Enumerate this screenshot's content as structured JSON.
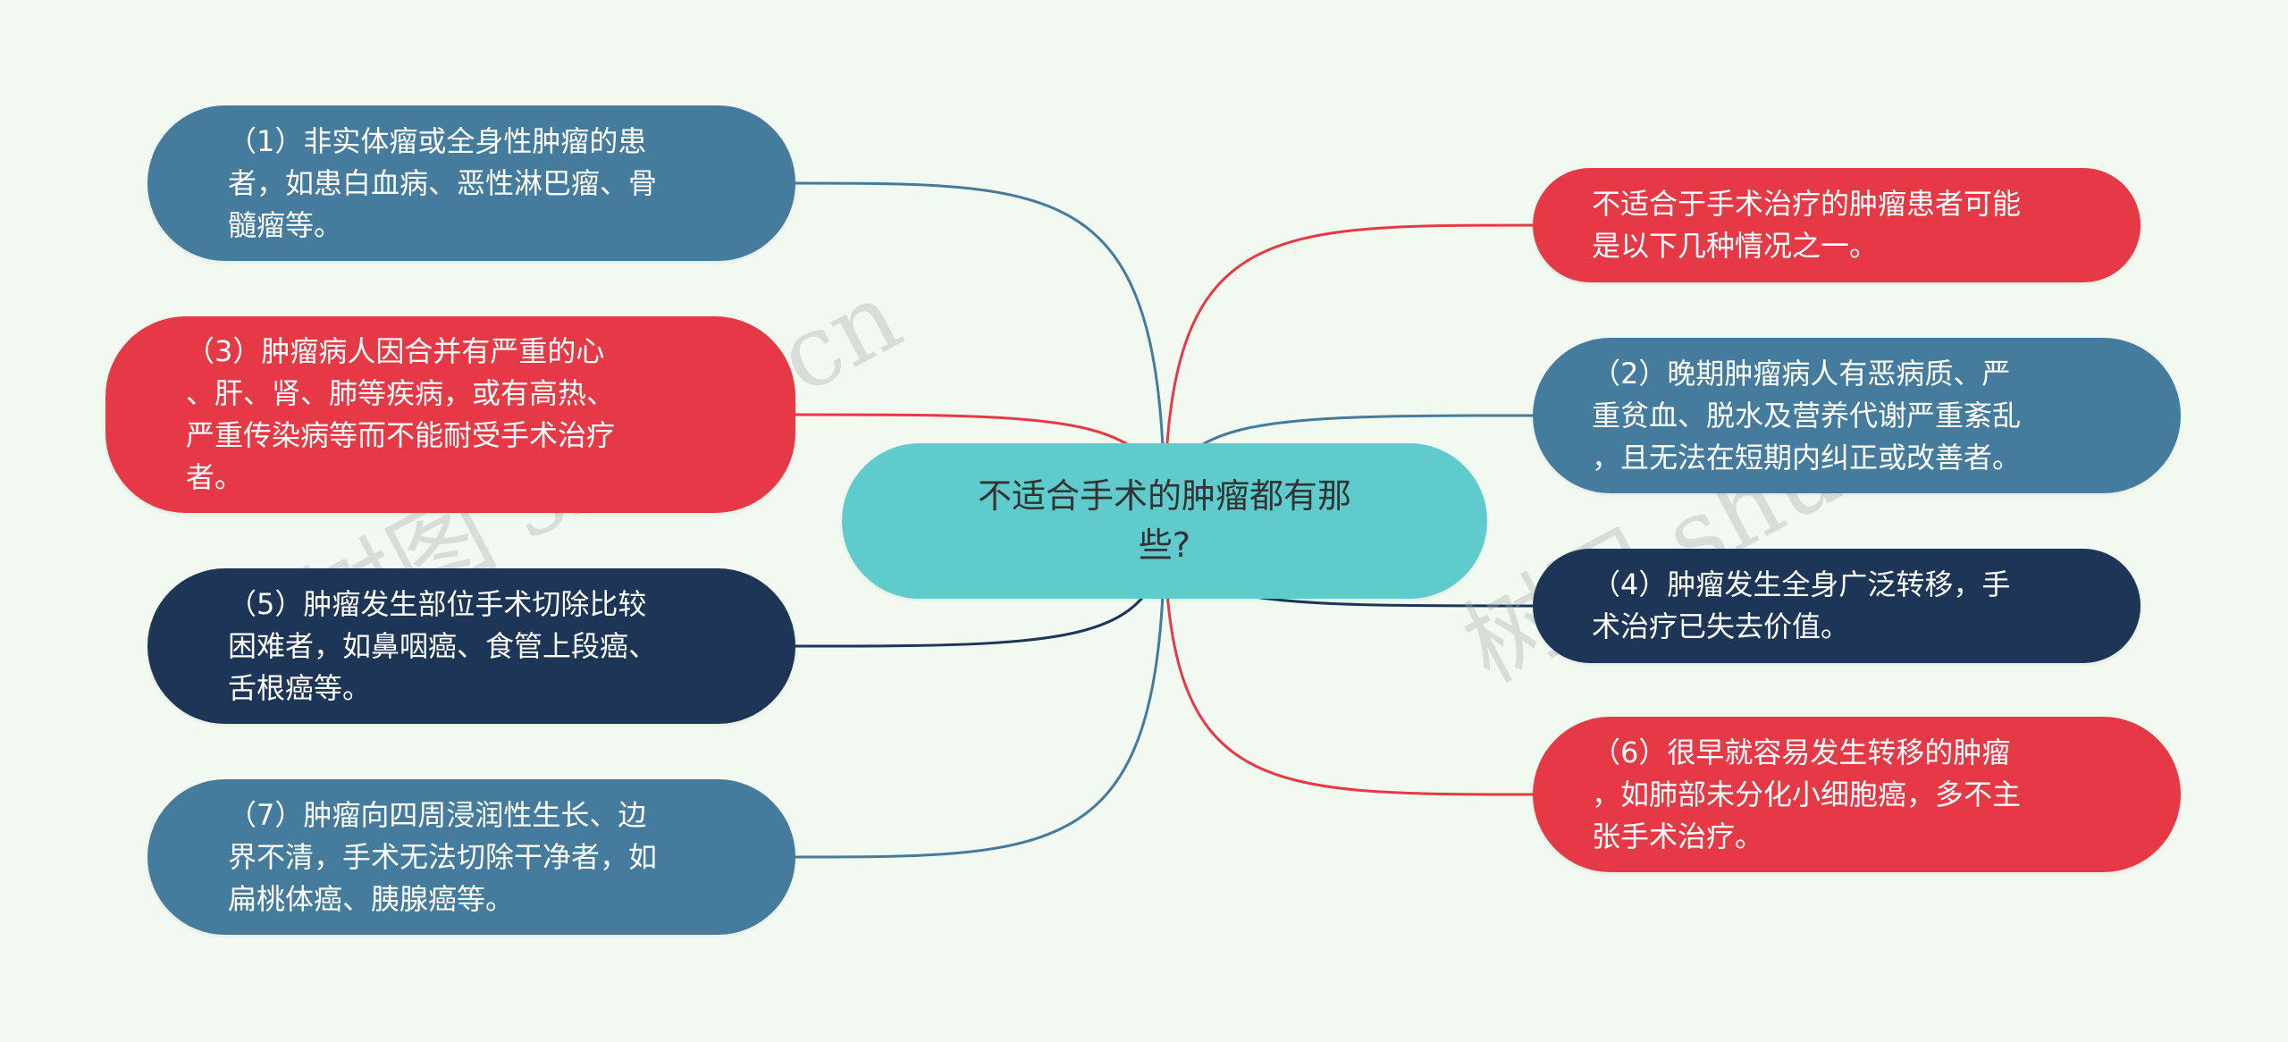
{
  "colors": {
    "background": "#f1f9f0",
    "root": "#5fcbcd",
    "steel_blue": "#457b9d",
    "red": "#e63946",
    "navy": "#1d3557",
    "root_text": "#333333",
    "node_text": "#ffffff"
  },
  "root": {
    "text": "不适合手术的肿瘤都有那\n些?"
  },
  "nodes": [
    {
      "id": "n1",
      "side": "left",
      "color": "#457b9d",
      "text": "（1）非实体瘤或全身性肿瘤的患\n者，如患白血病、恶性淋巴瘤、骨\n髓瘤等。"
    },
    {
      "id": "n3",
      "side": "left",
      "color": "#e63946",
      "text": "（3）肿瘤病人因合并有严重的心\n、肝、肾、肺等疾病，或有高热、\n严重传染病等而不能耐受手术治疗\n者。"
    },
    {
      "id": "n5",
      "side": "left",
      "color": "#1d3557",
      "text": "（5）肿瘤发生部位手术切除比较\n困难者，如鼻咽癌、食管上段癌、\n舌根癌等。"
    },
    {
      "id": "n7",
      "side": "left",
      "color": "#457b9d",
      "text": "（7）肿瘤向四周浸润性生长、边\n界不清，手术无法切除干净者，如\n扁桃体癌、胰腺癌等。"
    },
    {
      "id": "n0",
      "side": "right",
      "color": "#e63946",
      "text": "不适合于手术治疗的肿瘤患者可能\n是以下几种情况之一。"
    },
    {
      "id": "n2",
      "side": "right",
      "color": "#457b9d",
      "text": "（2）晚期肿瘤病人有恶病质、严\n重贫血、脱水及营养代谢严重紊乱\n，且无法在短期内纠正或改善者。"
    },
    {
      "id": "n4",
      "side": "right",
      "color": "#1d3557",
      "text": "（4）肿瘤发生全身广泛转移，手\n术治疗已失去价值。"
    },
    {
      "id": "n6",
      "side": "right",
      "color": "#e63946",
      "text": "（6）很早就容易发生转移的肿瘤\n，如肺部未分化小细胞癌，多不主\n张手术治疗。"
    }
  ],
  "watermark": "树图 shutu.cn"
}
